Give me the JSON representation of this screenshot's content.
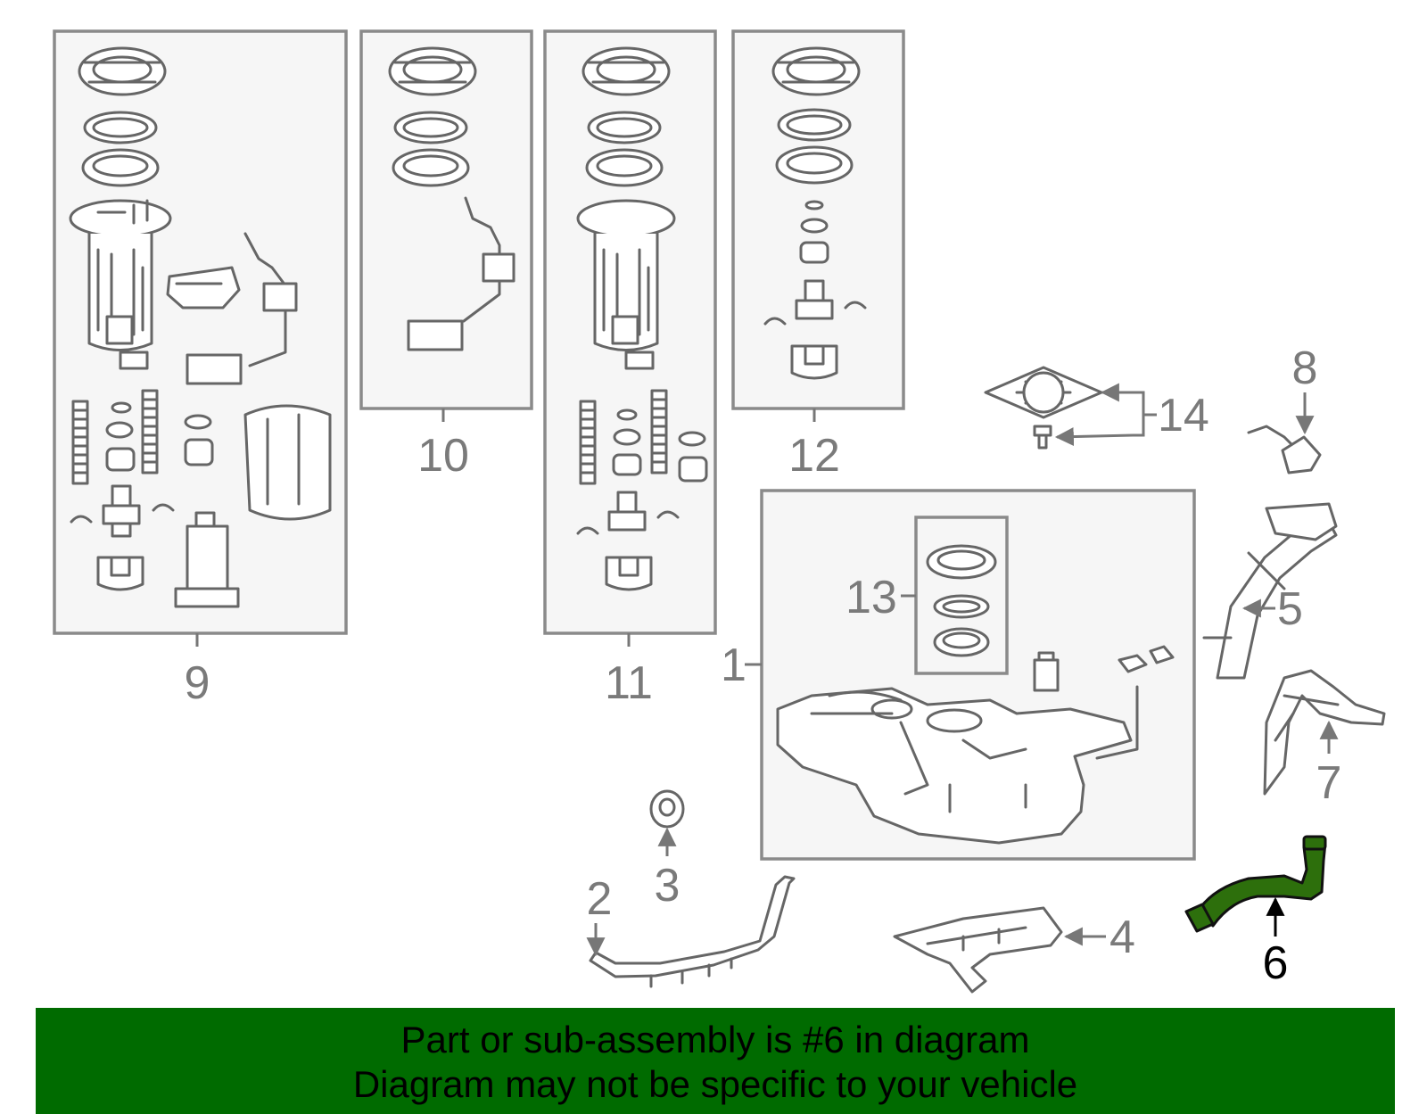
{
  "diagram": {
    "callouts": [
      "1",
      "2",
      "3",
      "4",
      "5",
      "6",
      "7",
      "8",
      "9",
      "10",
      "11",
      "12",
      "13",
      "14"
    ],
    "highlighted_part": "6",
    "highlight_color": "#2d6f0c"
  },
  "banner": {
    "line1": "Part or sub-assembly is #6 in diagram",
    "line2": "Diagram may not be specific to your vehicle",
    "background": "#006b00"
  }
}
